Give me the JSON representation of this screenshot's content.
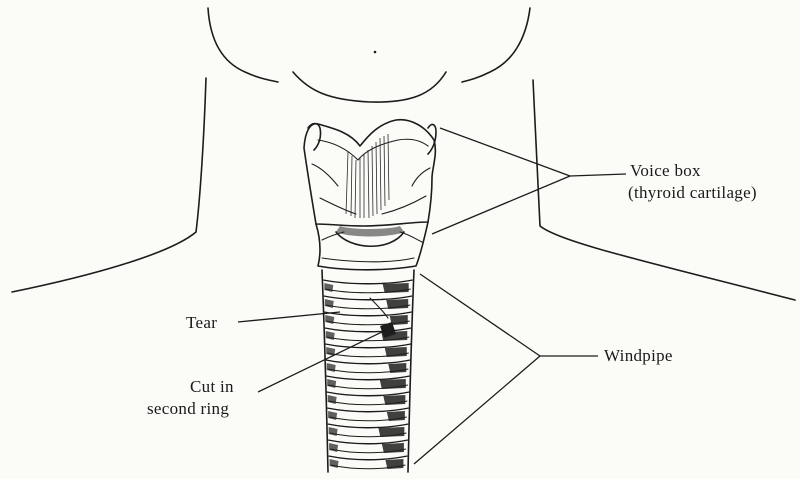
{
  "labels": {
    "voice_box": "Voice box",
    "thyroid_cartilage": "(thyroid cartilage)",
    "tear": "Tear",
    "cut_line1": "Cut in",
    "cut_line2": "second ring",
    "windpipe": "Windpipe"
  },
  "colors": {
    "ink": "#1c1c1c",
    "paper": "#fbfbf8",
    "ring_shadow": "#1e1e1e"
  }
}
